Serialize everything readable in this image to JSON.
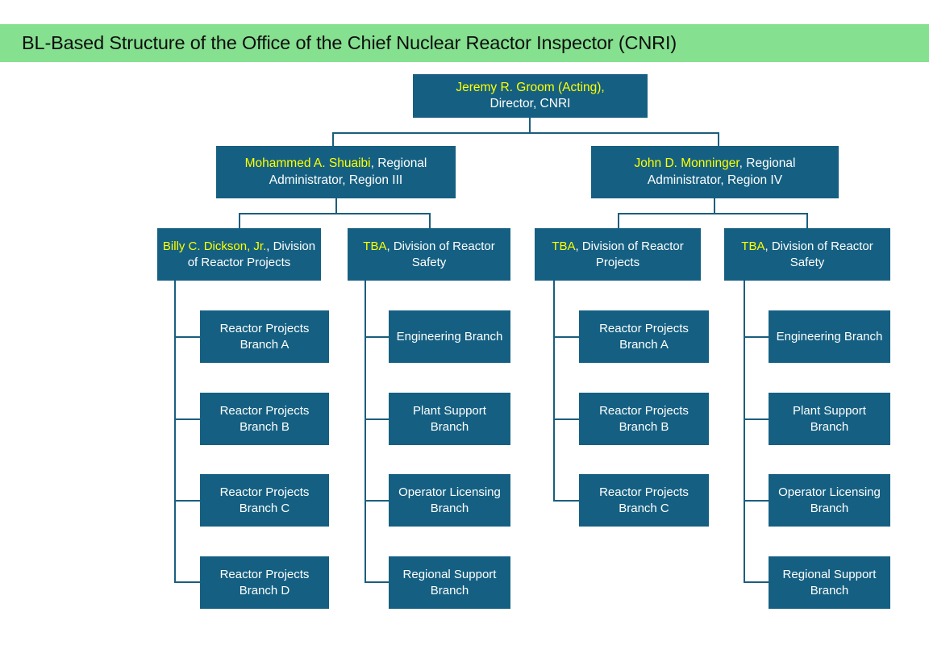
{
  "title": {
    "text": "BL-Based Structure of the Office of the Chief Nuclear Reactor Inspector (CNRI)",
    "banner_color": "#85E08F",
    "text_color": "#0d0d0d"
  },
  "theme": {
    "node_fill": "#156082",
    "node_text": "#ffffff",
    "highlight_text": "#FFFF00",
    "connector": "#1b5e7d",
    "background": "#ffffff"
  },
  "chart_data": {
    "type": "diagram",
    "subtype": "org-chart",
    "title": "BL-Based Structure of the Office of the Chief Nuclear Reactor Inspector (CNRI)",
    "levels": 4,
    "root": {
      "name": "Jeremy R. Groom (Acting),",
      "role": "Director, CNRI"
    },
    "regions": [
      {
        "name": "Mohammed A. Shuaibi",
        "role": ", Regional Administrator, Region III",
        "divisions": [
          {
            "name": "Billy C. Dickson, Jr.",
            "role": ", Division of Reactor Projects",
            "branches": [
              "Reactor Projects Branch A",
              "Reactor Projects Branch B",
              "Reactor Projects Branch C",
              "Reactor Projects Branch D"
            ]
          },
          {
            "name": "TBA",
            "role": ", Division of Reactor Safety",
            "branches": [
              "Engineering Branch",
              "Plant Support Branch",
              "Operator Licensing Branch",
              "Regional Support Branch"
            ]
          }
        ]
      },
      {
        "name": "John D. Monninger",
        "role": ", Regional Administrator, Region IV",
        "divisions": [
          {
            "name": "TBA",
            "role": ", Division of Reactor Projects",
            "branches": [
              "Reactor Projects Branch A",
              "Reactor Projects Branch B",
              "Reactor Projects Branch C"
            ]
          },
          {
            "name": "TBA",
            "role": ", Division of Reactor Safety",
            "branches": [
              "Engineering Branch",
              "Plant Support Branch",
              "Operator Licensing Branch",
              "Regional Support Branch"
            ]
          }
        ]
      }
    ]
  },
  "nodes": {
    "root": {
      "name": "Jeremy R. Groom (Acting),",
      "line2": "Director, CNRI"
    },
    "region3": {
      "name": "Mohammed A. Shuaibi",
      "rest": ", Regional Administrator, Region III"
    },
    "region4": {
      "name": "John D. Monninger",
      "rest": ", Regional Administrator, Region IV"
    },
    "div_r3_projects": {
      "name": "Billy C. Dickson, Jr.",
      "rest": ", Division of Reactor Projects"
    },
    "div_r3_safety": {
      "name": "TBA",
      "rest": ", Division of Reactor Safety"
    },
    "div_r4_projects": {
      "name": "TBA",
      "rest": ", Division of Reactor Projects"
    },
    "div_r4_safety": {
      "name": "TBA",
      "rest": ", Division of Reactor Safety"
    }
  },
  "branches": {
    "col1": [
      "Reactor Projects Branch A",
      "Reactor Projects Branch B",
      "Reactor Projects Branch C",
      "Reactor Projects Branch D"
    ],
    "col2": [
      "Engineering Branch",
      "Plant Support Branch",
      "Operator Licensing Branch",
      "Regional Support Branch"
    ],
    "col3": [
      "Reactor Projects Branch A",
      "Reactor Projects Branch B",
      "Reactor Projects Branch C"
    ],
    "col4": [
      "Engineering Branch",
      "Plant Support Branch",
      "Operator Licensing Branch",
      "Regional Support Branch"
    ]
  }
}
